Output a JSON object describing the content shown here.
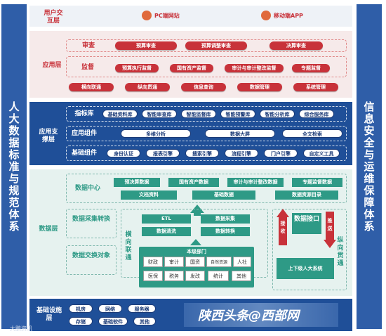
{
  "left_bar": "人大数据标准与规范体系",
  "right_bar": "信息安全与运维保障体系",
  "user_layer": {
    "label": "用户交互层",
    "items": [
      "PC端网站",
      "移动端APP"
    ]
  },
  "app_layer": {
    "label": "应用层",
    "review": {
      "title": "审查",
      "items": [
        "预算审查",
        "预算调整审查",
        "决算审查"
      ]
    },
    "supervise": {
      "title": "监督",
      "items": [
        "预算执行监督",
        "国有资产监督",
        "审计与审计整改监督",
        "专题监督"
      ]
    },
    "bottom": [
      "横向联通",
      "纵向贯通",
      "信息查询",
      "数据管理",
      "系统管理"
    ]
  },
  "support_layer": {
    "label": "应用支撑层",
    "indicators": {
      "title": "指标库",
      "items": [
        "基础资料库",
        "智能审查库",
        "智能监督库",
        "智能预警库",
        "智能分析库",
        "综合服务库"
      ]
    },
    "components": {
      "title": "应用组件",
      "items": [
        "多维分析",
        "数据大屏",
        "全文检索"
      ]
    },
    "basic": {
      "title": "基础组件",
      "items": [
        "身份认证",
        "报表引擎",
        "搜索引擎",
        "流程引擎",
        "门户引擎",
        "自定义工具"
      ]
    }
  },
  "data_layer": {
    "label": "数据层",
    "center": {
      "title": "数据中心",
      "row1": [
        "预决算数据",
        "国有资产数据",
        "审计与审计整改数据",
        "专题监督数据"
      ],
      "row2": [
        "文档资料",
        "基础数据",
        "数据资源目录"
      ]
    },
    "collect": {
      "title": "数据采集转换",
      "items": [
        "ETL",
        "数据采集",
        "数据清洗",
        "数据转换"
      ]
    },
    "exchange": {
      "title": "数据交换对象"
    },
    "horizontal": "横向联通",
    "vertical": "纵向贯通",
    "dept": {
      "title": "本级部门",
      "items": [
        "财政",
        "审计",
        "国资",
        "自然资源",
        "人社",
        "医保",
        "税务",
        "发改",
        "统计",
        "其他"
      ]
    },
    "interface": {
      "title": "数据接口",
      "recv": "接收",
      "send": "推送"
    },
    "upper": "上下级人大系统"
  },
  "infra_layer": {
    "label": "基础设施层",
    "items": [
      "机房",
      "网络",
      "服务器",
      "存储",
      "基础软件",
      "其他"
    ]
  },
  "watermark": {
    "main": "陕西头条@西部网",
    "corner": "大鹏资讯"
  }
}
